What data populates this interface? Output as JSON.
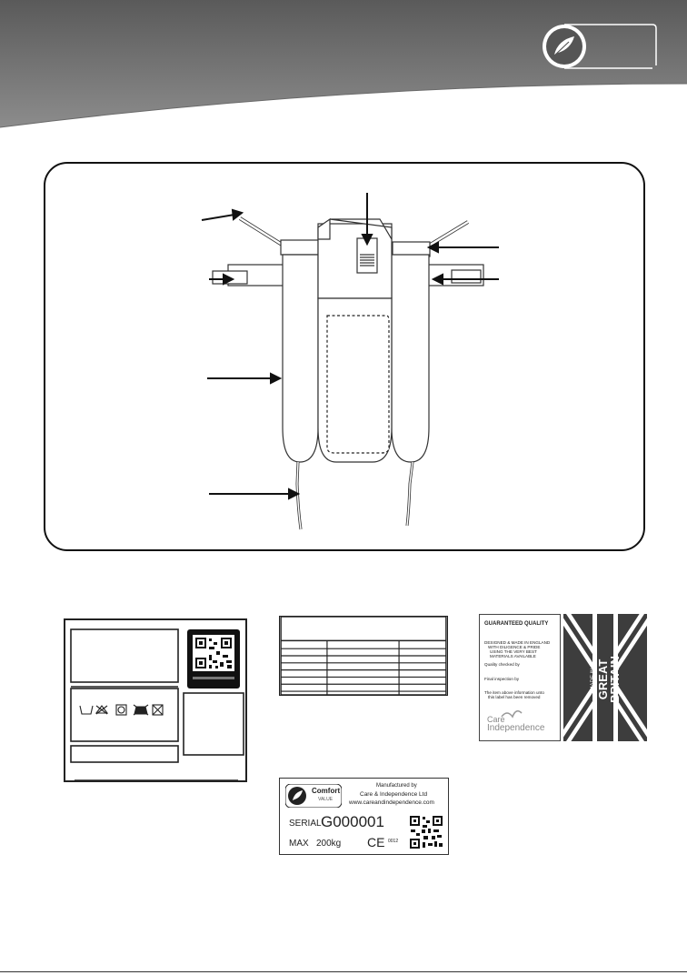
{
  "guarantee": {
    "heading": "GUARANTEED QUALITY",
    "line1": "DESIGNED & MADE IN ENGLAND",
    "line2": "WITH DILIGENCE & PRIDE",
    "line3": "USING THE VERY BEST",
    "line4": "MATERIALS AVAILABLE",
    "quality": "Quality checked by",
    "final": "Final inspection by",
    "note1": "The item above information unto",
    "note2": "this label has been removed",
    "brand_line1": "Care",
    "brand_line2": "Independence"
  },
  "flag": {
    "made_in": "MADE IN",
    "great": "GREAT",
    "britain": "BRITAIN"
  },
  "plate": {
    "logo_word": "Comfort",
    "logo_sub": "VALUE",
    "manufactured_by": "Manufactured by",
    "company": "Care & Independence Ltd",
    "website": "www.careandindependence.com",
    "serial_label": "SERIAL",
    "serial_value": "G000001",
    "max_label": "MAX",
    "max_value": "200kg",
    "ce_mark": "CE",
    "ce_code": "0012"
  },
  "colors": {
    "header_dark": "#5e5e5e",
    "header_light": "#8a8a8a",
    "flag": "#3d3d3d"
  }
}
